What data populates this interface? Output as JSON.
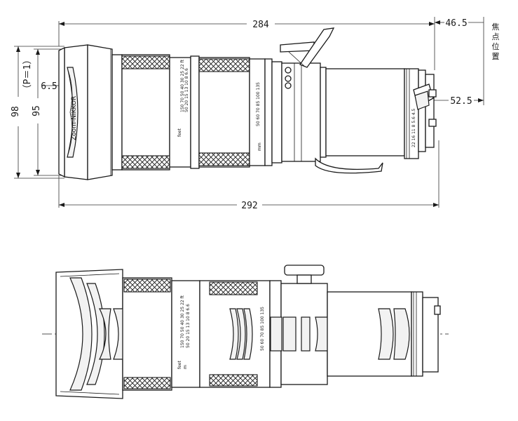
{
  "dimensions": {
    "total_length": "284",
    "mount_offset": "46.5",
    "overall_length": "292",
    "height_outer": "98",
    "height_inner": "95",
    "offset_left": "6.5",
    "offset_right": "52.5",
    "p_label": "（P＝1）"
  },
  "focus_label": [
    "焦",
    "点",
    "位",
    "置"
  ],
  "lens_text": {
    "brand": "Zoom-NIKKOR",
    "feet_label": "feet",
    "m_label": "m",
    "mm_label": "mm",
    "focus_scale_top": "150 70 50 40 30 25 22 ft",
    "focus_scale_bottom": "50 20 15 13 10 8 6.6",
    "zoom_scale": "50 60 70 85 100 135",
    "aperture_scale": "22 16 11 8 5.6 4.5"
  }
}
